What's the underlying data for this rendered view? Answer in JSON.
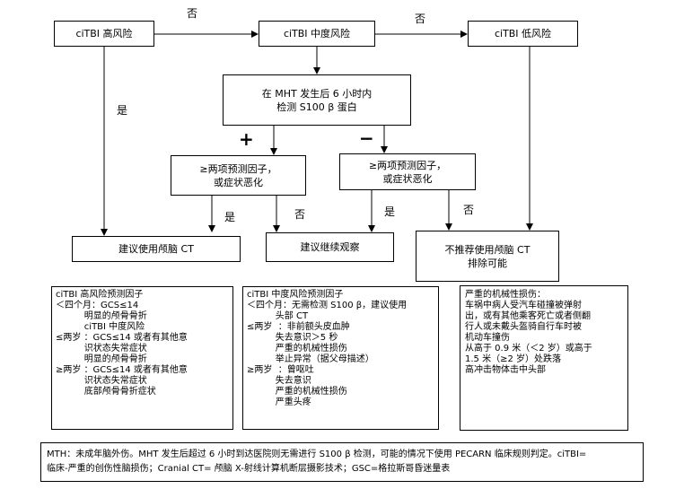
{
  "risk": {
    "high": "ciTBI 高风险",
    "mid": "ciTBI 中度风险",
    "low": "ciTBI 低风险"
  },
  "s100": {
    "line1": "在 MHT 发生后 6 小时内",
    "line2": "检测 S100 β 蛋白"
  },
  "signs": {
    "plus": "+",
    "minus": "−"
  },
  "labels": {
    "no_1": "否",
    "no_2": "否",
    "yes_left": "是",
    "yes_plus": "是",
    "no_plus": "否",
    "yes_minus": "是",
    "no_minus": "否"
  },
  "predictors": {
    "plus_line1": "≥两项预测因子，",
    "plus_line2": "或症状恶化",
    "minus_line1": "≥两项预测因子，",
    "minus_line2": "或症状恶化"
  },
  "outcomes": {
    "ct": "建议使用颅脑 CT",
    "observe": "建议继续观察",
    "no_ct_line1": "不推荐使用颅脑 CT",
    "no_ct_line2": "排除可能"
  },
  "high_factors": [
    "ciTBI 高风险预测因子",
    "＜四个月：GCS≤14",
    "          明显的颅骨骨折",
    "          ciTBI 中度风险",
    "≤两岁 ：GCS≤14 或者有其他意",
    "          识状态失常症状",
    "          明显的颅骨骨折",
    "≥两岁 ：GCS≤14 或者有其他意",
    "          识状态失常症状",
    "          底部颅骨骨折症状"
  ],
  "mid_factors": [
    "ciTBI 中度风险预测因子",
    "＜四个月：无需检测 S100 β，建议使用",
    "          头部 CT",
    "≤两岁  ：非前额头皮血肿",
    "          失去意识＞5 秒",
    "          严重的机械性损伤",
    "          举止异常（据父母描述）",
    "≥两岁  ：曾呕吐",
    "          失去意识",
    "          严重的机械性损伤",
    "          严重头疼"
  ],
  "mechanism": [
    "严重的机械性损伤：",
    "车祸中病人受汽车碰撞被弹射",
    "出，或有其他乘客死亡或者侧翻",
    "行人或未戴头盔骑自行车时被",
    "机动车撞伤",
    "从高于 0.9 米（＜2 岁）或高于",
    "1.5 米（≥2 岁）处跌落",
    "高冲击物体击中头部"
  ],
  "footnote": {
    "line1": "MTH：未成年脑外伤。MHT 发生后超过 6 小时到达医院则无需进行 S100 β 检测，可能的情况下使用 PECARN 临床规则判定。ciTBI=",
    "line2": "临床-严重的创伤性脑损伤；Cranial CT= 颅脑 X-射线计算机断层摄影技术；GSC=格拉斯哥昏迷量表"
  }
}
